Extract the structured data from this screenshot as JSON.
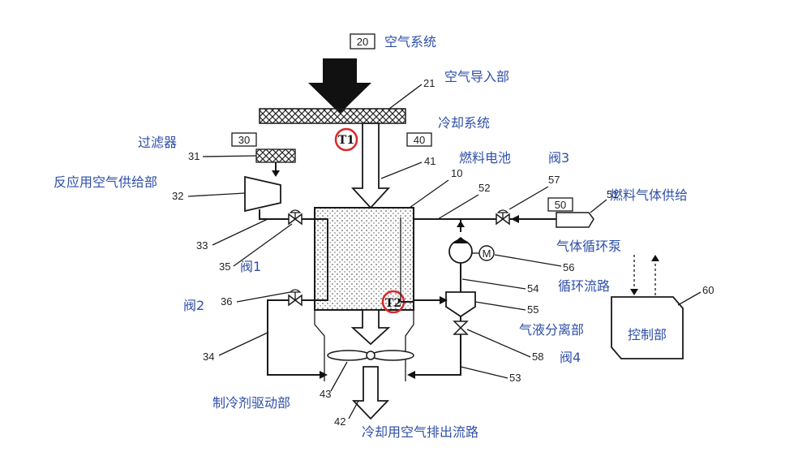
{
  "diagram": {
    "labels": {
      "air_system": "空气系统",
      "air_intake": "空气导入部",
      "cooling_system": "冷却系统",
      "filter": "过滤器",
      "reaction_air_supply": "反应用空气供给部",
      "fuel_cell": "燃料电池",
      "valve3": "阀3",
      "fuel_gas_supply": "燃料气体供给",
      "gas_circulation_pump": "气体循环泵",
      "circulation_path": "循环流路",
      "gas_liquid_separator": "气液分离部",
      "valve4": "阀4",
      "valve1": "阀1",
      "valve2": "阀2",
      "coolant_driver": "制冷剂驱动部",
      "cooling_air_exhaust": "冷却用空气排出流路",
      "control_unit": "控制部"
    },
    "boxes": {
      "b20": "20",
      "b30": "30",
      "b40": "40",
      "b50": "50"
    },
    "temps": {
      "t1": "T1",
      "t2": "T2"
    },
    "numbers": {
      "n21": "21",
      "n31": "31",
      "n32": "32",
      "n41": "41",
      "n10": "10",
      "n52": "52",
      "n57": "57",
      "n51": "51",
      "n33": "33",
      "n35": "35",
      "n36": "36",
      "n34": "34",
      "n56": "56",
      "n54": "54",
      "n55": "55",
      "n58": "58",
      "n53": "53",
      "n43": "43",
      "n42": "42",
      "n60": "60"
    },
    "pump_symbol": "M",
    "colors": {
      "label_blue": "#2f4fa8",
      "highlight_red": "#d62a2a"
    }
  }
}
